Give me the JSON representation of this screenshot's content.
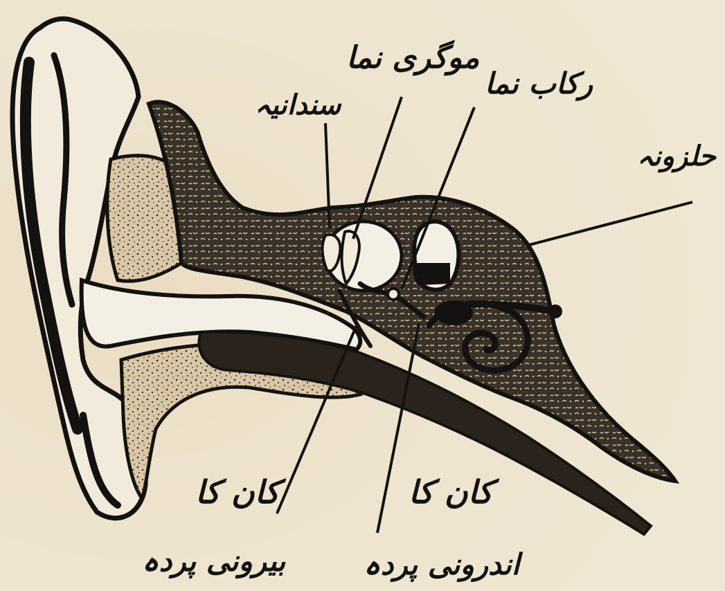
{
  "colors": {
    "paper": "#efe6d3",
    "ink": "#141210",
    "bone_fill": "#d9c6a6",
    "cartilage_fill": "#cdb48f",
    "canal_fill": "#f4efe4"
  },
  "labels": {
    "incus": "سندانیہ",
    "malleus": "موگری نما",
    "stapes": "رکاب نما",
    "cochlea": "حلزونہ",
    "eardrum_outer_line1": "کان کا",
    "eardrum_outer_line2": "بیرونی پردہ",
    "eardrum_inner_line1": "کان کا",
    "eardrum_inner_line2": "اندرونی پردہ"
  }
}
